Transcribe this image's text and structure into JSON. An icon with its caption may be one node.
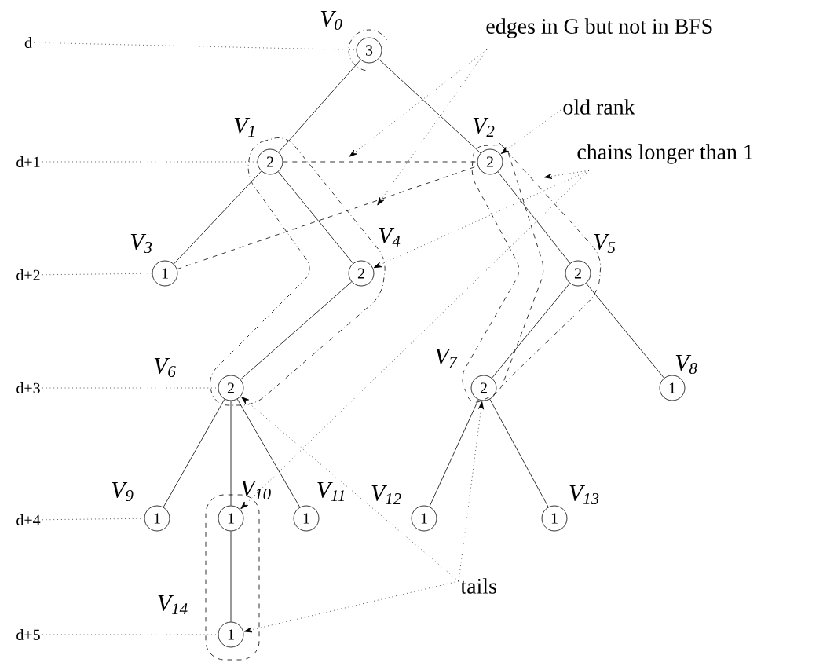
{
  "diagram": {
    "nodes": [
      {
        "text": [
          "3"
        ],
        "beside": [
          "V$_{0}$"
        ]
      },
      {
        "text": [
          "2"
        ],
        "beside": [
          "V$_{1}$"
        ]
      },
      {
        "text": [
          "2"
        ],
        "beside": [
          "V$_{2}$"
        ]
      },
      {
        "text": [
          "1"
        ],
        "beside": [
          "V$_{3}$"
        ]
      },
      {
        "text": [
          "2"
        ],
        "beside": [
          "V$_{4}$"
        ]
      },
      {
        "text": [
          "2"
        ],
        "beside": [
          "V$_{5}$"
        ]
      },
      {
        "text": [
          "2"
        ],
        "beside": [
          "V$_{6}$"
        ]
      },
      {
        "text": [
          "2"
        ],
        "beside": [
          "V$_{7}$"
        ]
      },
      {
        "text": [
          "1"
        ],
        "beside": [
          "V$_{8}$"
        ]
      },
      {
        "text": [
          "1"
        ],
        "beside": [
          "V$_{9}$"
        ]
      },
      {
        "text": [
          "1"
        ],
        "beside": [
          "V$_{10}$"
        ]
      },
      {
        "text": [
          "1"
        ],
        "beside": [
          "V$_{11}$"
        ]
      },
      {
        "text": [
          "1"
        ],
        "beside": [
          "V$_{12}$"
        ]
      },
      {
        "text": [
          "1"
        ],
        "beside": [
          "V$_{13}$"
        ]
      },
      {
        "text": [
          "1"
        ],
        "beside": [
          "V$_{14}$"
        ]
      },
      {
        "text": [
          "d"
        ]
      },
      {
        "text": [
          "d+1"
        ]
      },
      {
        "text": [
          "d+2"
        ]
      },
      {
        "text": [
          "d+3"
        ]
      },
      {
        "text": [
          "d+4"
        ]
      },
      {
        "text": [
          "d+5"
        ]
      },
      {
        "text": [
          "edges in G but not in BFS"
        ]
      },
      {
        "text": [
          "old rank"
        ]
      },
      {
        "text": [
          "chains longer than 1"
        ]
      },
      {
        "text": [
          "tails"
        ]
      }
    ],
    "edges": [
      {
        "from": 0,
        "to": 1,
        "arrow": "none"
      },
      {
        "from": 0,
        "to": 2,
        "arrow": "none"
      },
      {
        "from": 1,
        "to": 3,
        "arrow": "none"
      },
      {
        "from": 1,
        "to": 4,
        "arrow": "none"
      },
      {
        "from": 2,
        "to": 5,
        "arrow": "none"
      },
      {
        "from": 4,
        "to": 6,
        "arrow": "none"
      },
      {
        "from": 5,
        "to": 7,
        "arrow": "none"
      },
      {
        "from": 5,
        "to": 8,
        "arrow": "none"
      },
      {
        "from": 6,
        "to": 9,
        "arrow": "none"
      },
      {
        "from": 6,
        "to": 10,
        "arrow": "none"
      },
      {
        "from": 6,
        "to": 11,
        "arrow": "none"
      },
      {
        "from": 7,
        "to": 12,
        "arrow": "none"
      },
      {
        "from": 7,
        "to": 13,
        "arrow": "none"
      },
      {
        "from": 10,
        "to": 14,
        "arrow": "none"
      },
      {
        "from": 1,
        "to": 2,
        "arrow": "none",
        "style": "dashed"
      },
      {
        "from": 3,
        "to": 2,
        "arrow": "none",
        "style": "dashed"
      },
      {
        "from": 15,
        "to": 0,
        "arrow": "none",
        "style": "dashed"
      },
      {
        "from": 16,
        "to": 1,
        "arrow": "none",
        "style": "dashed"
      },
      {
        "from": 17,
        "to": 3,
        "arrow": "none",
        "style": "dashed"
      },
      {
        "from": 18,
        "to": 6,
        "arrow": "none",
        "style": "dashed"
      },
      {
        "from": 19,
        "to": 9,
        "arrow": "none",
        "style": "dashed"
      },
      {
        "from": 20,
        "to": 14,
        "arrow": "none",
        "style": "dashed"
      },
      {
        "from": 21,
        "to": null,
        "arrow": "to",
        "style": "dashed"
      },
      {
        "from": 21,
        "to": null,
        "arrow": "to",
        "style": "dashed"
      },
      {
        "from": 22,
        "to": 2,
        "arrow": "to",
        "style": "dashed"
      },
      {
        "from": 23,
        "to": null,
        "arrow": "to",
        "style": "dashed"
      },
      {
        "from": 23,
        "to": 4,
        "arrow": "to",
        "style": "dashed"
      },
      {
        "from": 23,
        "to": 10,
        "arrow": "to",
        "style": "dashed"
      },
      {
        "from": 24,
        "to": 6,
        "arrow": "to",
        "style": "dashed"
      },
      {
        "from": 24,
        "to": 7,
        "arrow": "to",
        "style": "dashed"
      },
      {
        "from": 24,
        "to": 14,
        "arrow": "to",
        "style": "dashed"
      }
    ]
  }
}
